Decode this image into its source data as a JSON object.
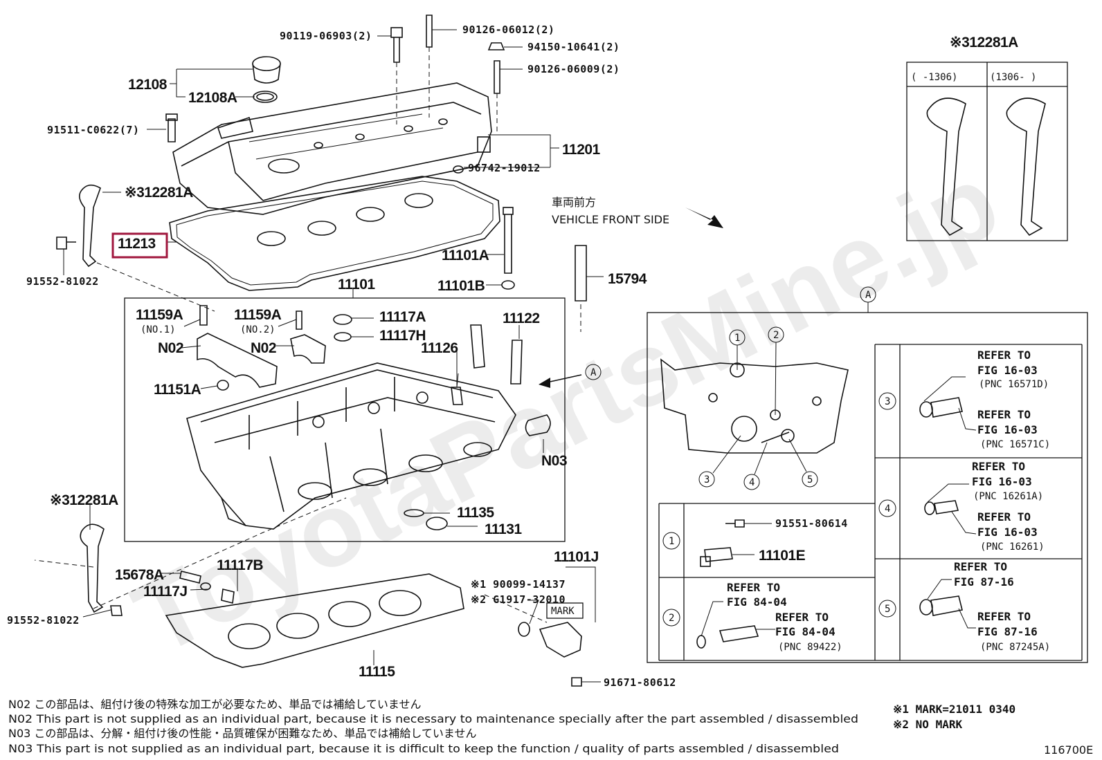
{
  "watermark": "ToyotaPartsMine.jp",
  "labels": {
    "p90119": "90119-06903(2)",
    "p90126a": "90126-06012(2)",
    "p94150": "94150-10641(2)",
    "p90126b": "90126-06009(2)",
    "p12108": "12108",
    "p12108A": "12108A",
    "p91511": "91511-C0622(7)",
    "p11201": "11201",
    "p96742": "96742-19012",
    "p12281A_left": "※312281A",
    "p11213": "11213",
    "p91552_top": "91552-81022",
    "front_jp": "車両前方",
    "front_en": "VEHICLE FRONT SIDE",
    "p11101A": "11101A",
    "p11101B": "11101B",
    "p15794": "15794",
    "p11101": "11101",
    "p11159A_1": "11159A",
    "no1": "(NO.1)",
    "p11159A_2": "11159A",
    "no2": "(NO.2)",
    "p11117A": "11117A",
    "p11117H": "11117H",
    "p11122": "11122",
    "p11126": "11126",
    "n02_a": "N02",
    "n02_b": "N02",
    "p11151A": "11151A",
    "arrowA": "A",
    "n03": "N03",
    "p11135": "11135",
    "p11131": "11131",
    "p12281A_lower": "※312281A",
    "p15678A": "15678A",
    "p11117B": "11117B",
    "p11117J": "11117J",
    "p91552_bottom": "91552-81022",
    "p11101J": "11101J",
    "p90099": "※1 90099-14137",
    "pG1917": "※2 G1917-32010",
    "mark": "MARK",
    "p11115": "11115",
    "p91671": "91671-80612",
    "p12281A_right": "※312281A",
    "range_left": "(     -1306)",
    "range_right": "(1306-      )",
    "detailA": "A"
  },
  "detail": {
    "circles": [
      "1",
      "2",
      "3",
      "4",
      "5"
    ],
    "row1": {
      "num": "1",
      "pn_bolt": "91551-80614",
      "pn_sensor": "11101E"
    },
    "row2": {
      "num": "2",
      "ref1": "REFER TO",
      "fig1": "FIG 84-04",
      "ref2": "REFER TO",
      "fig2": "FIG 84-04",
      "pnc": "(PNC 89422)"
    },
    "row3": {
      "num": "3",
      "ref1": "REFER TO",
      "fig1": "FIG 16-03",
      "pnc1": "(PNC 16571D)",
      "ref2": "REFER TO",
      "fig2": "FIG 16-03",
      "pnc2": "(PNC 16571C)"
    },
    "row4": {
      "num": "4",
      "ref1": "REFER TO",
      "fig1": "FIG 16-03",
      "pnc1": "(PNC 16261A)",
      "ref2": "REFER TO",
      "fig2": "FIG 16-03",
      "pnc2": "(PNC 16261)"
    },
    "row5": {
      "num": "5",
      "ref1": "REFER TO",
      "fig1": "FIG 87-16",
      "ref2": "REFER TO",
      "fig2": "FIG 87-16",
      "pnc2": "(PNC 87245A)"
    }
  },
  "notes": [
    "N02  この部品は、組付け後の特殊な加工が必要なため、単品では補給していません",
    "N02  This part is not supplied as an individual part, because it is necessary to maintenance specially after the part assembled / disassembled",
    "N03  この部品は、分解・組付け後の性能・品質確保が困難なため、単品では補給していません",
    "N03  This part is not supplied as an individual part, because it is difficult to keep the function / quality of parts  assembled / disassembled"
  ],
  "marks": [
    "※1 MARK=21011 0340",
    "※2 NO MARK"
  ],
  "figure_code": "116700E"
}
